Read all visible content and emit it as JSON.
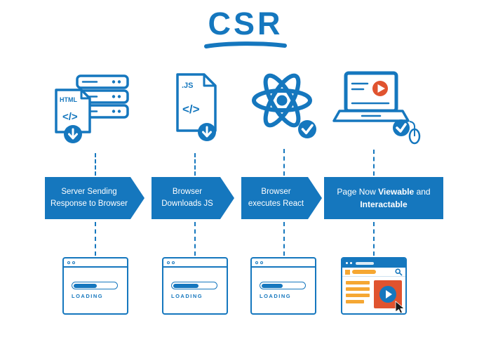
{
  "title": "CSR",
  "colors": {
    "primary": "#1577be",
    "orange": "#f5a733",
    "red": "#e0532f",
    "background": "#ffffff"
  },
  "icons": [
    {
      "name": "server-sending-html-file",
      "file_label": "HTML",
      "code_glyph": "</>"
    },
    {
      "name": "js-file-download",
      "file_label": ".JS",
      "code_glyph": "</>"
    },
    {
      "name": "react-logo-with-check"
    },
    {
      "name": "laptop-video-player-with-check-and-mouse"
    }
  ],
  "steps": [
    {
      "label": "Server Sending Response to Browser"
    },
    {
      "label": "Browser Downloads JS"
    },
    {
      "label": "Browser executes React"
    },
    {
      "label_parts": [
        {
          "text": "Page Now ",
          "bold": false
        },
        {
          "text": "Viewable",
          "bold": true
        },
        {
          "text": " and ",
          "bold": false
        },
        {
          "text": "Interactable",
          "bold": true
        }
      ]
    }
  ],
  "browsers": [
    {
      "status": "loading",
      "loading_label": "LOADING",
      "progress_percent": 55
    },
    {
      "status": "loading",
      "loading_label": "LOADING",
      "progress_percent": 60
    },
    {
      "status": "loading",
      "loading_label": "LOADING",
      "progress_percent": 50
    },
    {
      "status": "loaded"
    }
  ]
}
